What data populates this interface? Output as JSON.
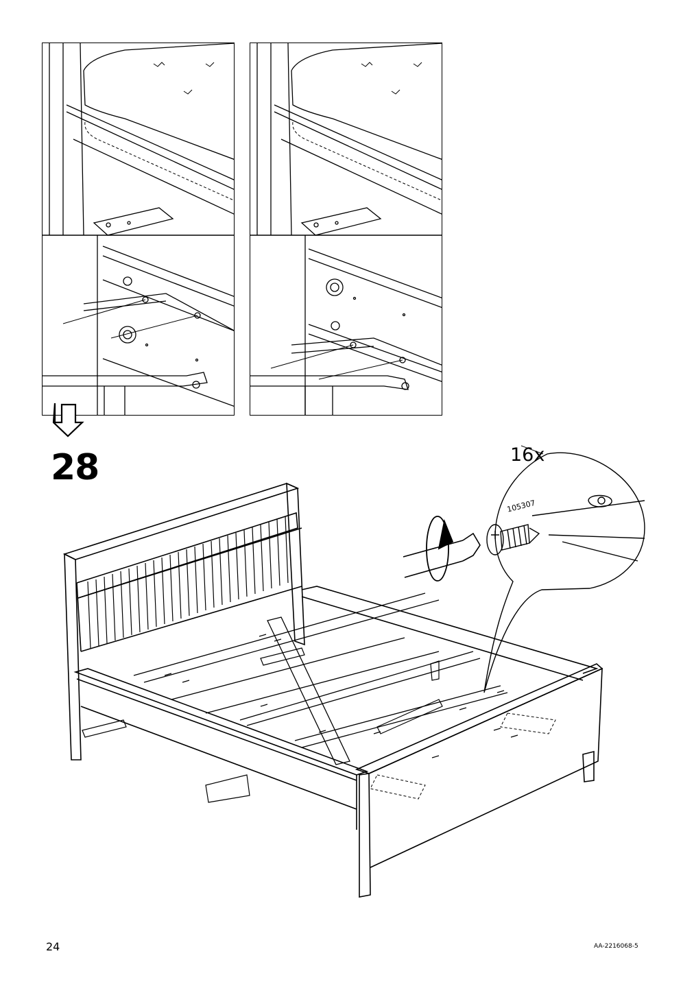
{
  "step": {
    "number": "28"
  },
  "callout": {
    "quantity": "16x",
    "part_number": "105307"
  },
  "footer": {
    "page_number": "24",
    "document_code": "AA-2216068-5"
  },
  "icons": {
    "arrow": "down-arrow-icon",
    "rotation": "rotate-clockwise-icon",
    "screwdriver": "screwdriver-icon",
    "screw": "screw-icon"
  }
}
